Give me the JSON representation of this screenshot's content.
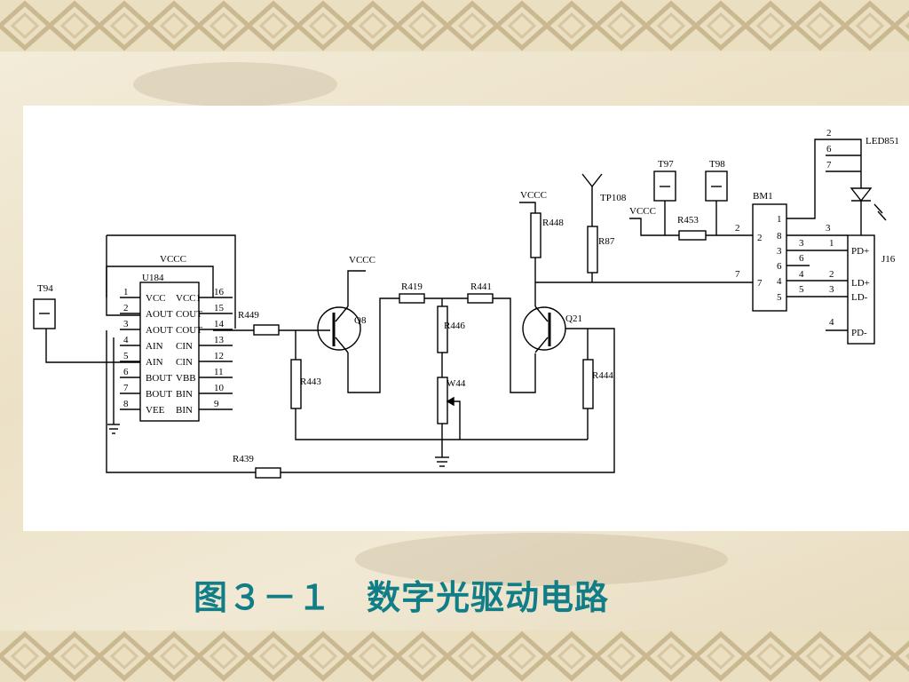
{
  "caption": "图３－１　数字光驱动电路",
  "colors": {
    "caption": "#117e87",
    "band": "#c7b78c",
    "panel": "#ffffff",
    "wire": "#000000"
  },
  "labels": {
    "t94": "T94",
    "u184": "U184",
    "vccc_u": "VCCC",
    "ic_left": [
      "VCC",
      "AOUT",
      "AOUT",
      "AIN",
      "AIN",
      "BOUT",
      "BOUT",
      "VEE"
    ],
    "ic_right": [
      "VCC1",
      "COUT",
      "COUT",
      "CIN",
      "CIN",
      "VBB",
      "BIN",
      "BIN"
    ],
    "pins_left": [
      "1",
      "2",
      "3",
      "4",
      "5",
      "6",
      "7",
      "8"
    ],
    "pins_right": [
      "16",
      "15",
      "14",
      "13",
      "12",
      "11",
      "10",
      "9"
    ],
    "r449": "R449",
    "r443": "R443",
    "q8": "Q8",
    "vccc_q8": "VCCC",
    "r419": "R419",
    "r441": "R441",
    "r446": "R446",
    "w44": "W44",
    "r439": "R439",
    "vccc_q21": "VCCC",
    "r448": "R448",
    "q21": "Q21",
    "r444": "R444",
    "tp108": "TP108",
    "r87": "R87",
    "t97": "T97",
    "t98": "T98",
    "vccc_r": "VCCC",
    "r453": "R453",
    "bm": "BM1",
    "bm_pins": [
      "1",
      "2",
      "3",
      "4",
      "5",
      "6",
      "7",
      "8"
    ],
    "led": "LED851",
    "led_pins": [
      "2",
      "6",
      "7"
    ],
    "j16": "J16",
    "j16_labels": [
      "PD+",
      "LD+",
      "LD-",
      "PD-"
    ],
    "wire_nums": {
      "n2": "2",
      "n7": "7",
      "n1": "1",
      "n3a": "3",
      "n3b": "3",
      "n6": "6",
      "n4": "4",
      "n5": "5",
      "n3c": "3",
      "n1b": "1",
      "n2b": "2",
      "n3d": "3",
      "n4b": "4"
    }
  }
}
